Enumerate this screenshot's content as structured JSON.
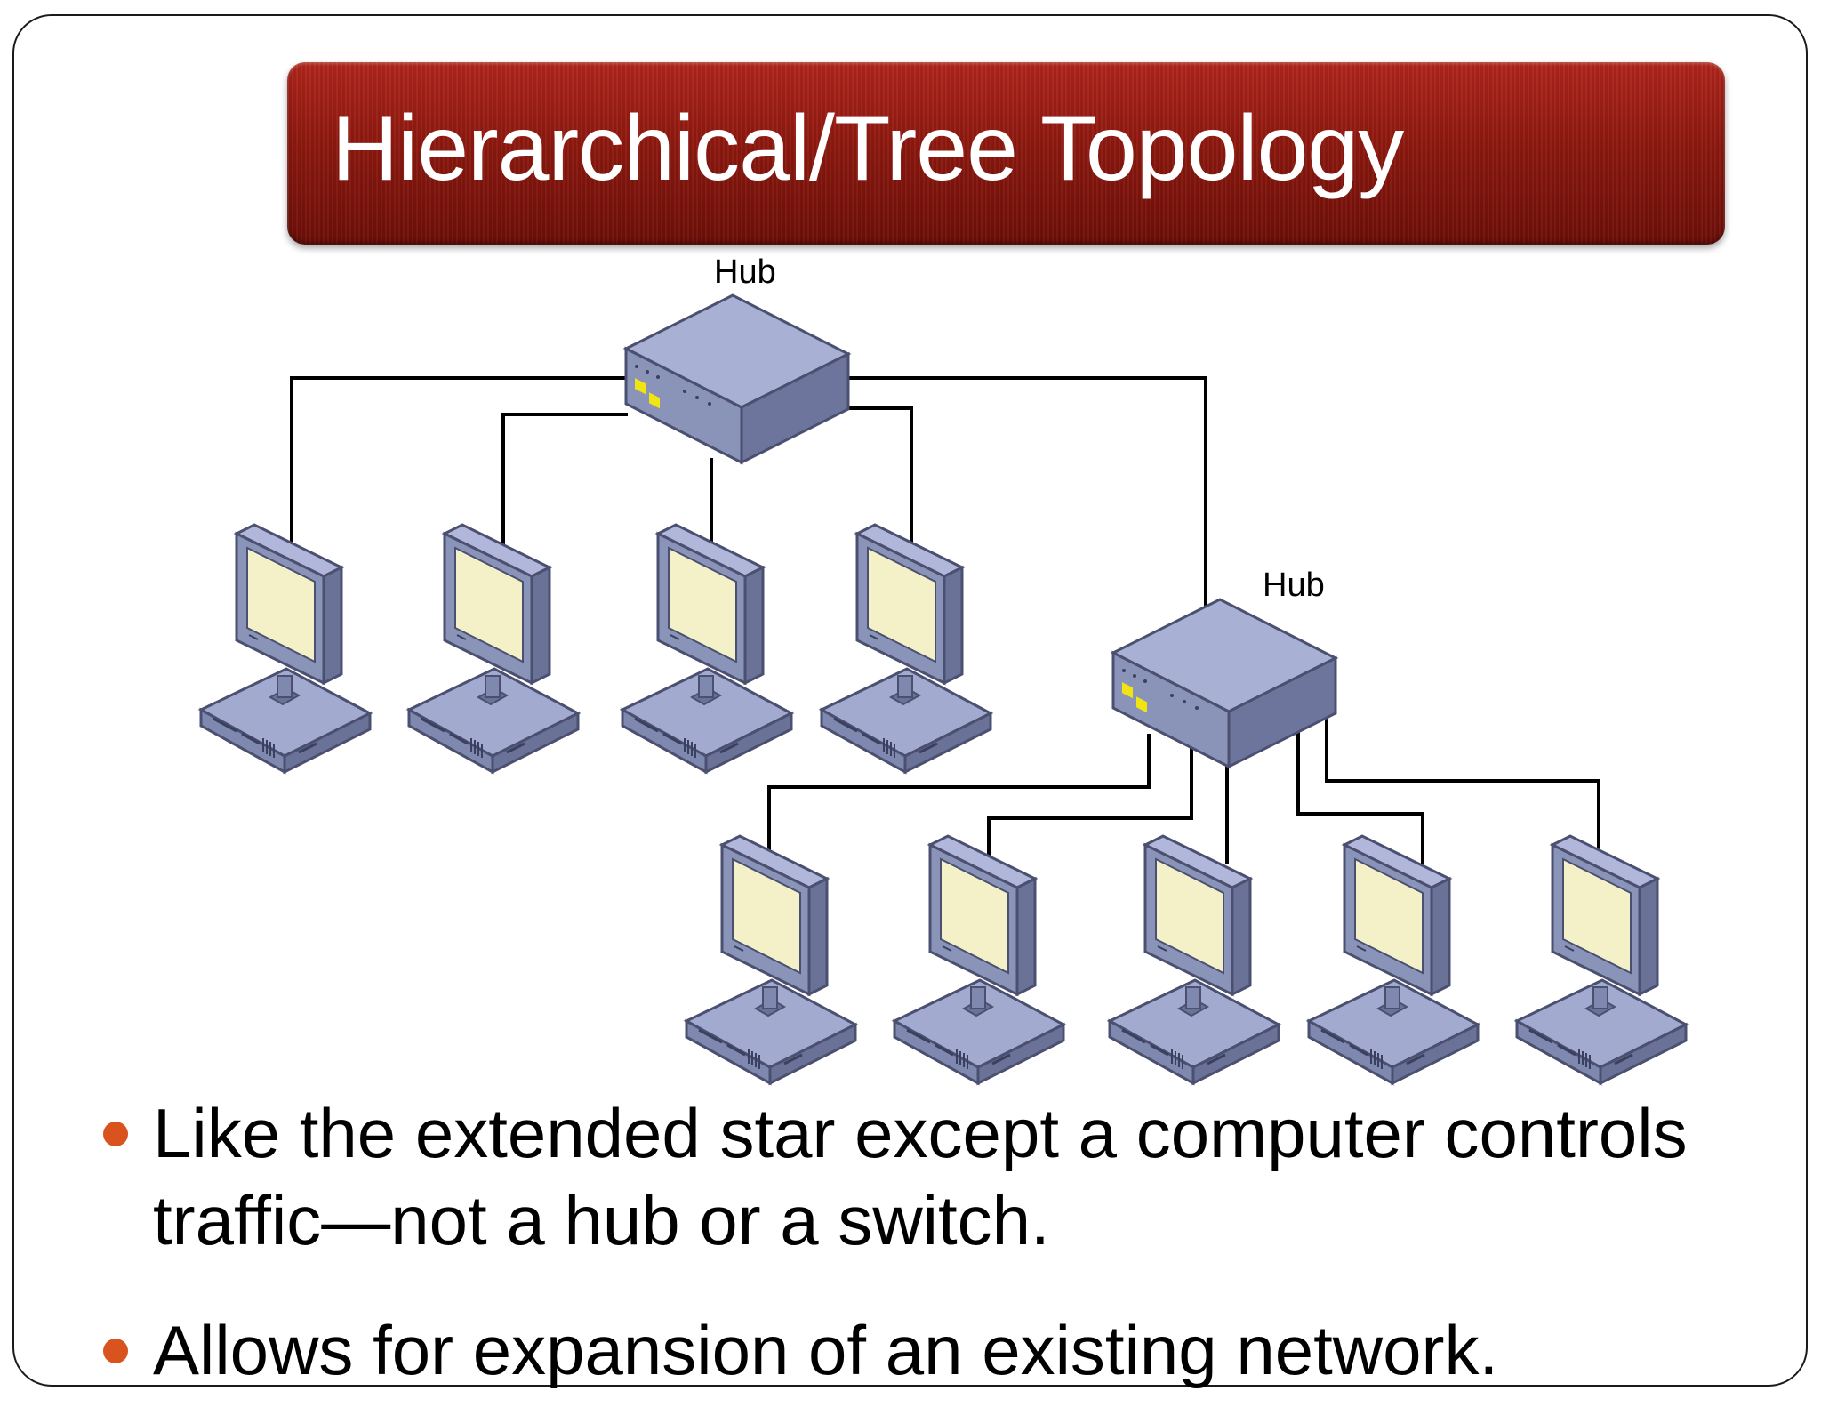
{
  "title": "Hierarchical/Tree Topology",
  "diagram": {
    "hubs": [
      {
        "label": "Hub"
      },
      {
        "label": "Hub"
      }
    ],
    "colors": {
      "device_body": "#8a93b8",
      "screen": "#f4f1c8",
      "hub_lights": "#f2e313",
      "cable": "#000000"
    }
  },
  "bullets": [
    {
      "lines": [
        "Like the extended star except a computer controls",
        "traffic—not a hub or a switch."
      ]
    },
    {
      "lines": [
        "Allows for expansion of an existing network."
      ]
    }
  ],
  "bullet_color": "#d9531e"
}
